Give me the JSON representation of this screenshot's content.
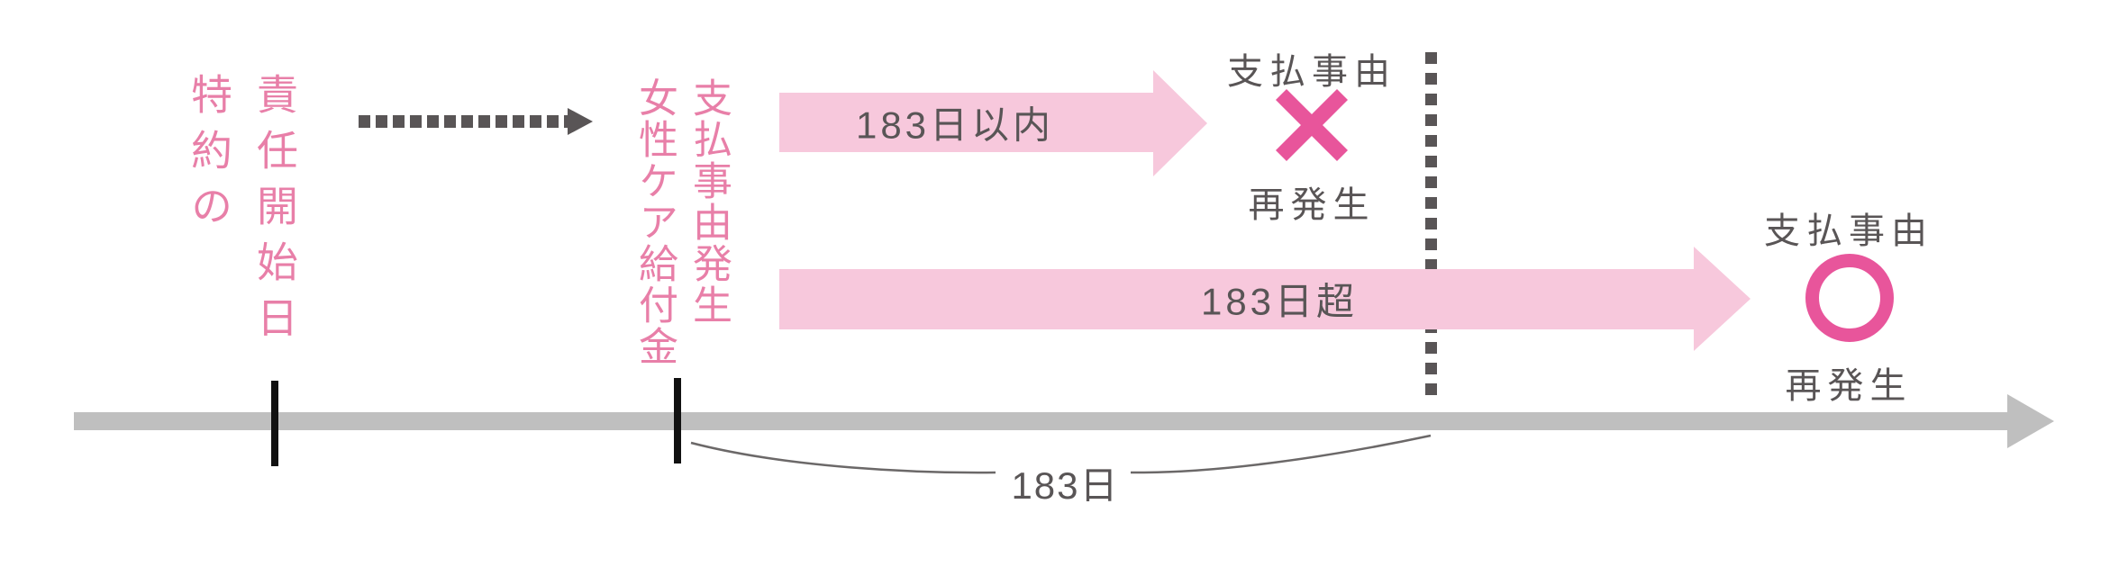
{
  "colors": {
    "pink-text": "#e87fa8",
    "magenta": "#e8559b",
    "arrow-pink": "#f7c8dc",
    "dark": "#595556",
    "timeline": "#bfbfbf",
    "tick": "#111111",
    "curve": "#6b6868",
    "bg": "#ffffff"
  },
  "start_label": {
    "columns": [
      "特約の",
      "責任開始日"
    ]
  },
  "event_label": {
    "columns": [
      "女性ケア給付金",
      "支払事由発生"
    ]
  },
  "arrows": {
    "within": {
      "label": "183日以内"
    },
    "over": {
      "label": "183日超"
    }
  },
  "outcomes": {
    "not_payable": {
      "title": "支払事由",
      "mark": "×",
      "result": "再発生"
    },
    "payable": {
      "title": "支払事由",
      "mark": "○",
      "result": "再発生"
    }
  },
  "duration": {
    "label": "183日"
  }
}
